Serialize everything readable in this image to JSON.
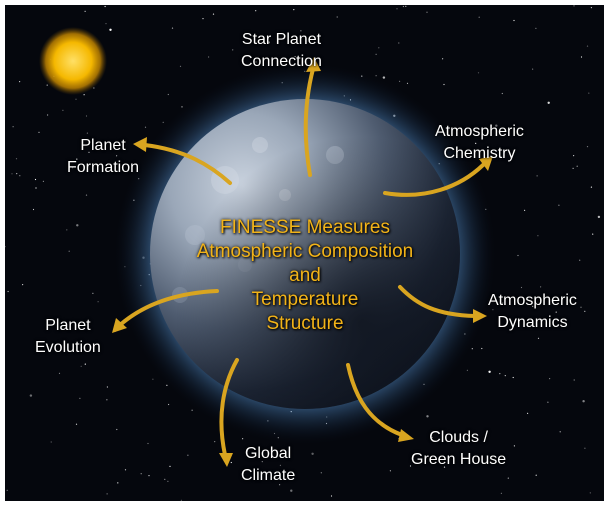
{
  "colors": {
    "background": "#05070d",
    "title_text": "#f2b318",
    "label_text": "#ffffff",
    "arrow": "#d9a520",
    "sun": "#f5b800",
    "planet_glow": "#7fb4e6"
  },
  "center": {
    "lines": [
      "FINESSE Measures",
      "Atmospheric Composition",
      "and",
      "Temperature",
      "Structure"
    ]
  },
  "labels": {
    "star_planet": [
      "Star Planet",
      "Connection"
    ],
    "atm_chemistry": [
      "Atmospheric",
      "Chemistry"
    ],
    "planet_formation": [
      "Planet",
      "Formation"
    ],
    "atm_dynamics": [
      "Atmospheric",
      "Dynamics"
    ],
    "planet_evolution": [
      "Planet",
      "Evolution"
    ],
    "clouds": [
      "Clouds /",
      "Green House"
    ],
    "global_climate": [
      "Global",
      "Climate"
    ]
  }
}
